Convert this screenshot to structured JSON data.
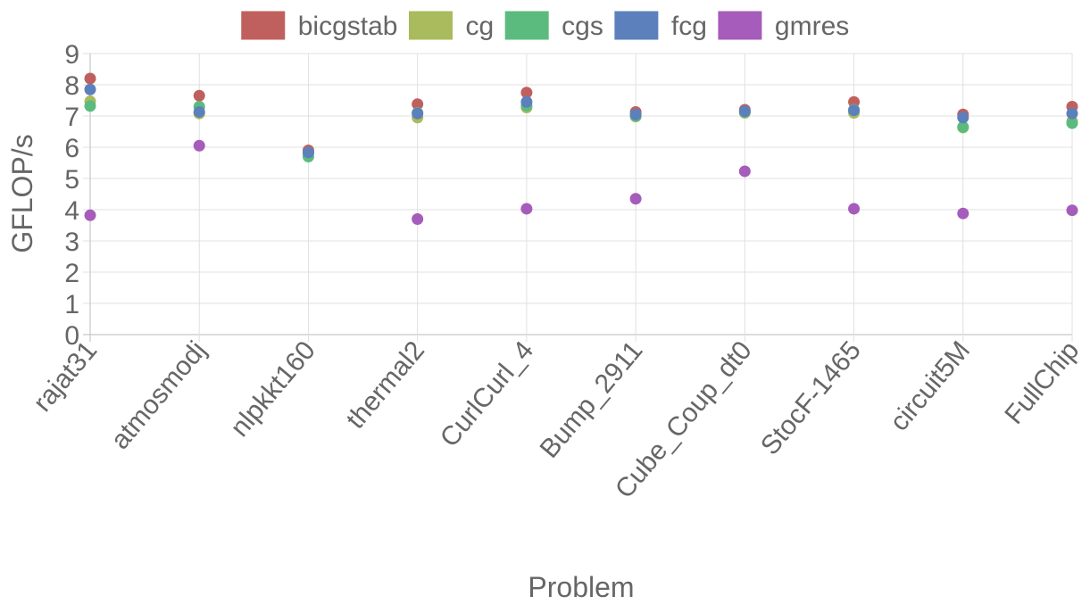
{
  "chart_data": {
    "type": "scatter",
    "title": "",
    "xlabel": "Problem",
    "ylabel": "GFLOP/s",
    "ylim": [
      0,
      9
    ],
    "y_ticks": [
      "0",
      "1",
      "2",
      "3",
      "4",
      "5",
      "6",
      "7",
      "8",
      "9"
    ],
    "grid": true,
    "legend_position": "top-center",
    "categories": [
      "rajat31",
      "atmosmodj",
      "nlpkkt160",
      "thermal2",
      "CurlCurl_4",
      "Bump_2911",
      "Cube_Coup_dt0",
      "StocF-1465",
      "circuit5M",
      "FullChip"
    ],
    "series": [
      {
        "name": "bicgstab",
        "color": "#c0605e",
        "values": [
          8.2,
          7.65,
          5.9,
          7.38,
          7.75,
          7.13,
          7.2,
          7.45,
          7.05,
          7.3
        ]
      },
      {
        "name": "cg",
        "color": "#a9bb5c",
        "values": [
          7.47,
          7.08,
          5.82,
          6.95,
          7.27,
          6.98,
          7.1,
          7.1,
          6.63,
          6.83
        ]
      },
      {
        "name": "cgs",
        "color": "#5bbb7e",
        "values": [
          7.32,
          7.3,
          5.7,
          7.1,
          7.33,
          7.0,
          7.13,
          7.2,
          6.65,
          6.77
        ]
      },
      {
        "name": "fcg",
        "color": "#5b80bc",
        "values": [
          7.85,
          7.13,
          5.83,
          7.08,
          7.45,
          7.05,
          7.15,
          7.18,
          6.95,
          7.08
        ]
      },
      {
        "name": "gmres",
        "color": "#a55cbb",
        "values": [
          3.82,
          6.05,
          null,
          3.7,
          4.03,
          4.35,
          5.23,
          4.03,
          3.88,
          3.98
        ]
      }
    ]
  }
}
